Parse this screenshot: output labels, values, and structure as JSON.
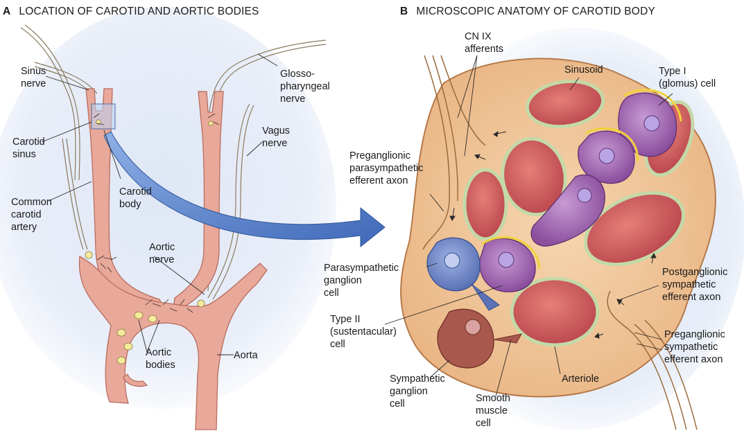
{
  "panels": {
    "a": {
      "letter": "A",
      "title": "LOCATION OF CAROTID AND AORTIC BODIES"
    },
    "b": {
      "letter": "B",
      "title": "MICROSCOPIC ANATOMY OF CAROTID BODY"
    }
  },
  "labels_a": {
    "sinus_nerve": "Sinus\nnerve",
    "glossopharyngeal_nerve": "Glosso-\npharyngeal\nnerve",
    "carotid_sinus": "Carotid\nsinus",
    "vagus_nerve": "Vagus\nnerve",
    "carotid_body": "Carotid\nbody",
    "common_carotid_artery": "Common\ncarotid\nartery",
    "aortic_nerve": "Aortic\nnerve",
    "aortic_bodies": "Aortic\nbodies",
    "aorta": "Aorta"
  },
  "labels_b": {
    "cn_ix_afferents": "CN IX\nafferents",
    "sinusoid": "Sinusoid",
    "type_i_cell": "Type I\n(glomus) cell",
    "preganglionic_parasympathetic_axon": "Preganglionic\nparasympathetic\nefferent axon",
    "parasympathetic_ganglion_cell": "Parasympathetic\nganglion\ncell",
    "postganglionic_sympathetic_axon": "Postganglionic\nsympathetic\nefferent axon",
    "type_ii_cell": "Type II\n(sustentacular)\ncell",
    "preganglionic_sympathetic_axon": "Preganglionic\nsympathetic\nefferent axon",
    "sympathetic_ganglion_cell": "Sympathetic\nganglion\ncell",
    "smooth_muscle_cell": "Smooth\nmuscle\ncell",
    "arteriole": "Arteriole"
  },
  "colors": {
    "artery": "#e8a99a",
    "artery_edge": "#b86b5e",
    "nerve": "#f3e6c9",
    "nerve_edge": "#8a7a5e",
    "aortic_body": "#f4ec9c",
    "background_glow": "#c9d7ef",
    "arrow_blue": "#4f7cc8",
    "tissue": "#f1c99d",
    "tissue_edge": "#b5794a",
    "sinusoid": "#cd5b5c",
    "glomus_cell": "#a467b3",
    "ganglion_cell": "#6f87c6",
    "sympathetic_cell": "#a8584c",
    "glia_yellow": "#f2d23a"
  }
}
